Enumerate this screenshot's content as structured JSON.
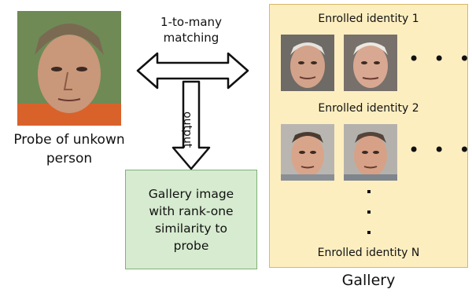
{
  "probe": {
    "image": "face-photo",
    "caption_line1": "Probe of unkown",
    "caption_line2": "person"
  },
  "matching": {
    "line1": "1-to-many",
    "line2": "matching"
  },
  "output_label": "output",
  "result": {
    "line1": "Gallery image",
    "line2": "with rank-one",
    "line3": "similarity to",
    "line4": "probe"
  },
  "gallery": {
    "identity_1": "Enrolled identity 1",
    "identity_2": "Enrolled identity 2",
    "identity_n": "Enrolled identity N",
    "caption": "Gallery"
  },
  "colors": {
    "result_fill": "#d6ebcf",
    "result_border": "#7fb276",
    "gallery_fill": "#fdeec0",
    "gallery_border": "#d9b866"
  }
}
